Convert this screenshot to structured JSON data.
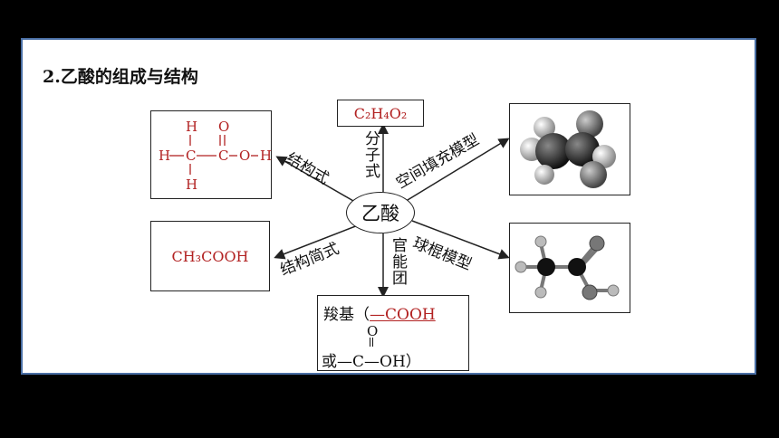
{
  "title": "2.乙酸的组成与结构",
  "center": "乙酸",
  "molecular_formula": "C₂H₄O₂",
  "labels": {
    "structural": "结构式",
    "molecular": "分子式",
    "space_filling": "空间填充模型",
    "simplified": "结构简式",
    "functional_group": "官能团",
    "ball_stick": "球棍模型"
  },
  "structural_formula": {
    "top": "H   O",
    "middle": "H–C–C–O–H",
    "bottom": "H"
  },
  "simplified_formula": "CH₃COOH",
  "functional": {
    "name": "羧基（",
    "group": "—COOH",
    "alt_o": "O",
    "alt_prefix": "或—",
    "alt_c": "C",
    "alt_suffix": "—OH）"
  },
  "colors": {
    "accent": "#b22222",
    "border": "#4a6fa5"
  }
}
